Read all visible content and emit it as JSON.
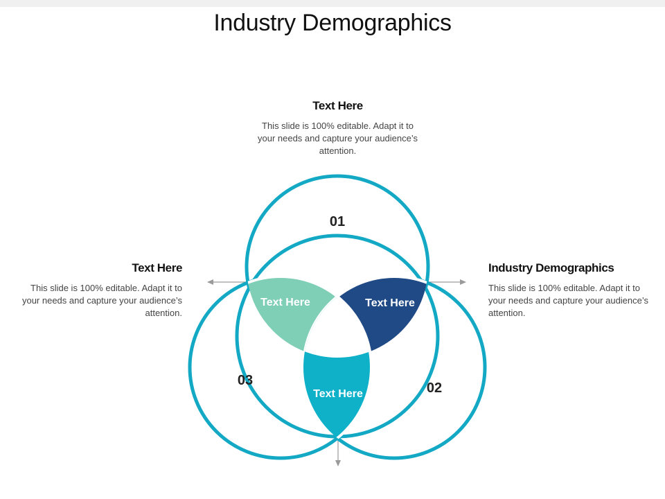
{
  "title": "Industry Demographics",
  "colors": {
    "ring": "#13a9c5",
    "seg_green": "#7fceb6",
    "seg_navy": "#1f4a86",
    "seg_teal": "#0fb1c9",
    "arrow": "#9a9a9a"
  },
  "blocks": [
    {
      "id": "top",
      "heading": "Text Here",
      "body": "This slide is 100% editable. Adapt it to your needs and capture your audience’s attention."
    },
    {
      "id": "left",
      "heading": "Text Here",
      "body": "This slide is 100% editable. Adapt it to your needs and capture your audience’s attention."
    },
    {
      "id": "right",
      "heading": "Industry Demographics",
      "body": "This slide is 100% editable. Adapt it to your needs and capture your audience’s attention."
    }
  ],
  "circles": [
    {
      "number": "01"
    },
    {
      "number": "02"
    },
    {
      "number": "03"
    }
  ],
  "segments": [
    {
      "label": "Text Here"
    },
    {
      "label": "Text Here"
    },
    {
      "label": "Text Here"
    }
  ]
}
